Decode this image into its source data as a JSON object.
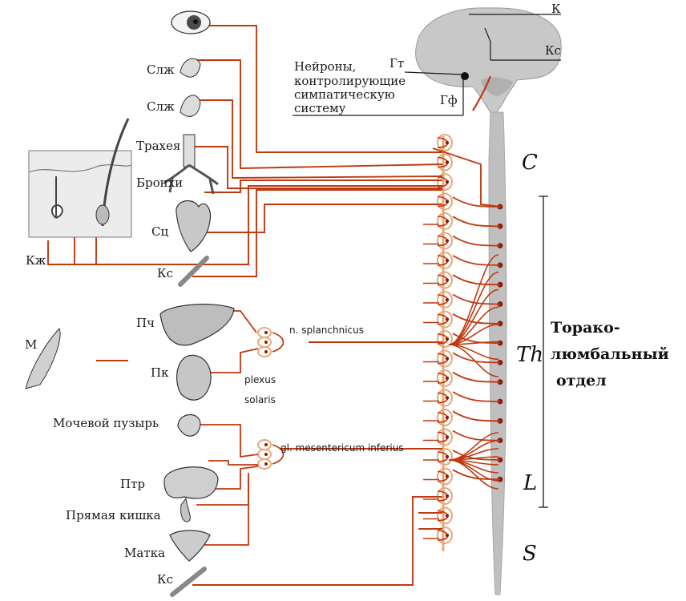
{
  "labels": {
    "k": "К",
    "ks_brain": "Кс",
    "gt": "Гт",
    "gf": "Гф",
    "neurons_line1": "Нейроны,",
    "neurons_line2": "контролирующие",
    "neurons_line3": "симпатическую",
    "neurons_line4": "систему",
    "eye_label": "",
    "slzh1": "Слж",
    "slzh2": "Слж",
    "trachea": "Трахея",
    "bronchi": "Бронхи",
    "sc": "Сц",
    "ks_vessel1": "Кс",
    "kzh": "Кж",
    "m": "М",
    "pch": "Пч",
    "pk": "Пк",
    "bladder": "Мочевой пузырь",
    "ptr": "Птр",
    "rectum": "Прямая кишка",
    "uterus": "Матка",
    "ks_vessel2": "Кс",
    "splanchnicus": "n. splanchnicus",
    "plexus1": "plexus",
    "plexus2": "solaris",
    "mesentericum": "gl. mesentericum inferius"
  },
  "segments": {
    "c": "C",
    "th": "Th",
    "l": "L",
    "s": "S"
  },
  "region": {
    "line1": "Торако-",
    "line2": "люмбальный",
    "line3": "отдел"
  },
  "colors": {
    "nerve": "#c0390f",
    "nerve_dark": "#8b1a0a",
    "ganglion": "#e8a87a",
    "spinal_cord": "#bfbfbf",
    "brain": "#c8c8c8",
    "ink": "#1a1a1a"
  }
}
